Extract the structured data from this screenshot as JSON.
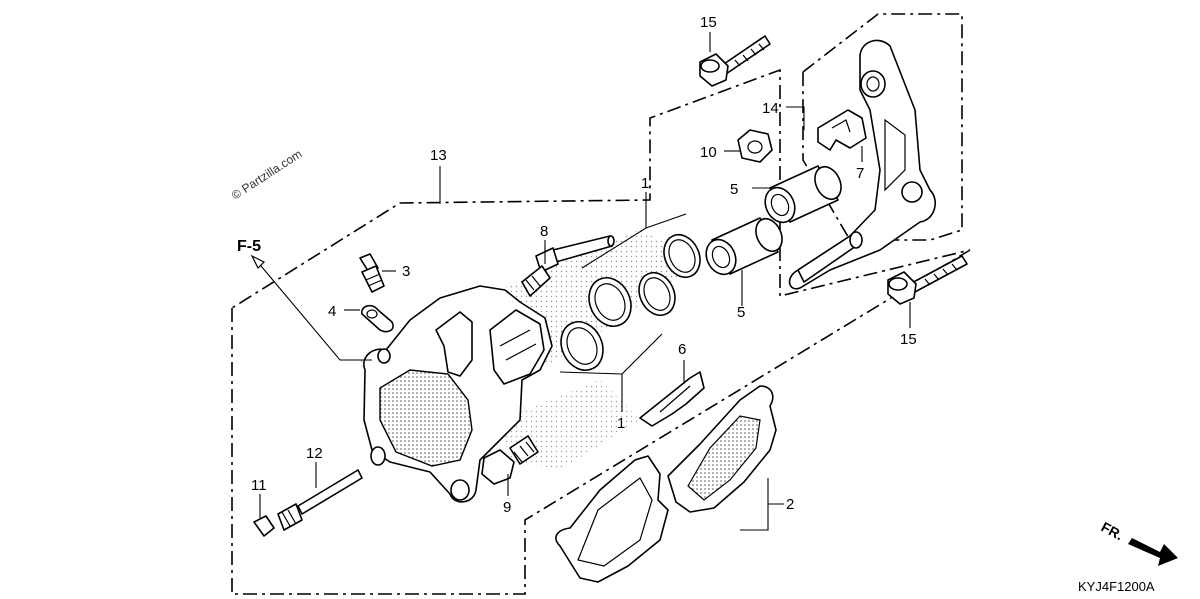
{
  "watermark": "© Partzilla.com",
  "diagram_code": "KYJ4F1200A",
  "ref_label": "F-5",
  "direction_label": "FR.",
  "callouts": {
    "c1_top": "1",
    "c1_bottom": "1",
    "c2": "2",
    "c3": "3",
    "c4": "4",
    "c5_top": "5",
    "c5_bottom": "5",
    "c6": "6",
    "c7": "7",
    "c8": "8",
    "c9": "9",
    "c10": "10",
    "c11": "11",
    "c12": "12",
    "c13": "13",
    "c14": "14",
    "c15_top": "15",
    "c15_bottom": "15"
  }
}
